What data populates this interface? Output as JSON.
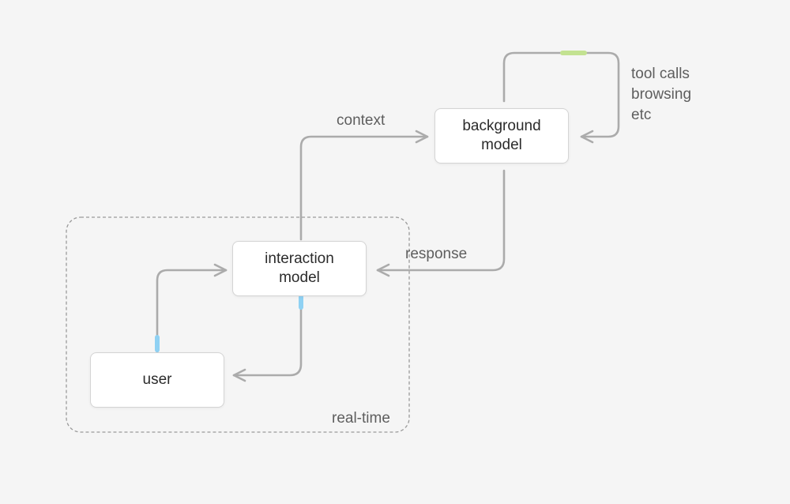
{
  "nodes": {
    "background_model": "background\nmodel",
    "interaction_model": "interaction\nmodel",
    "user": "user"
  },
  "edge_labels": {
    "context": "context",
    "response": "response",
    "tools": "tool calls\nbrowsing\netc"
  },
  "group_label": "real-time",
  "colors": {
    "background": "#f5f5f5",
    "arrow": "#ababab",
    "group_border": "#9a9a9a",
    "highlight_blue": "#8fd1f3",
    "highlight_green": "#c3e291"
  }
}
